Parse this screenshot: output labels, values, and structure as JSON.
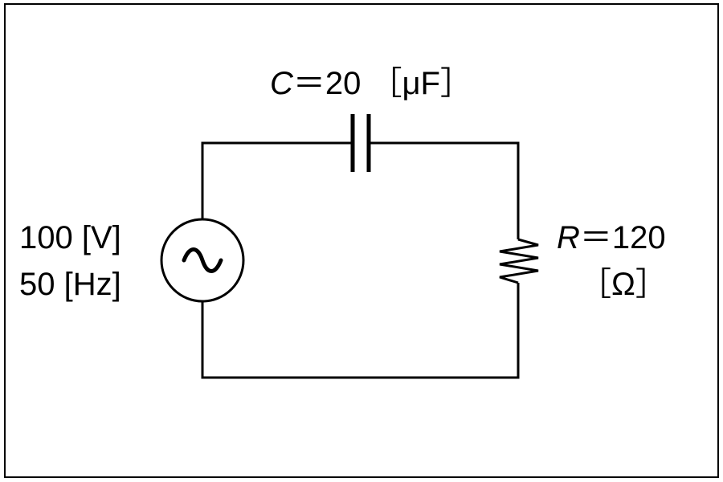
{
  "capacitor": {
    "symbol": "C",
    "value_text": "＝20 ［μF］"
  },
  "resistor": {
    "symbol": "R",
    "value_text": "＝120",
    "unit_text": "［Ω］"
  },
  "source": {
    "voltage_text": "100 [V]",
    "frequency_text": "50 [Hz]",
    "symbol_glyph": "~"
  },
  "colors": {
    "line": "#000000",
    "background": "#ffffff"
  }
}
